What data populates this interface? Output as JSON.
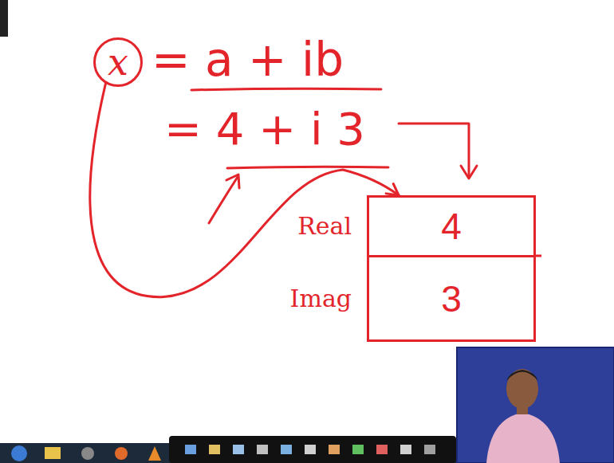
{
  "diagram": {
    "nodes": [
      {
        "text": [
          "x"
        ]
      },
      {
        "text": [
          "Real",
          "4"
        ]
      },
      {
        "text": [
          "Imag",
          "3"
        ]
      }
    ],
    "edges": [
      {
        "from": 0,
        "to": 1,
        "arrow": "to"
      }
    ],
    "labels": [
      "= a + ib",
      "= 4 + i 3"
    ]
  }
}
